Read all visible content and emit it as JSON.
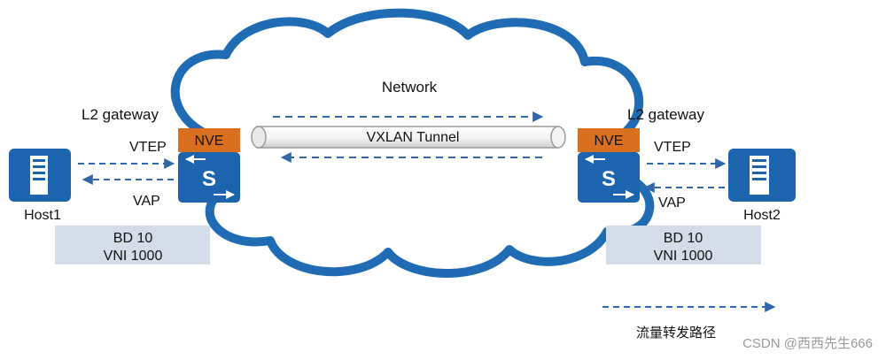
{
  "cloud_label": "Network",
  "tunnel_label": "VXLAN Tunnel",
  "left": {
    "gateway_label": "L2 gateway",
    "nve_label": "NVE",
    "vtep_label": "VTEP",
    "vap_label": "VAP",
    "switch_glyph": "S",
    "host_label": "Host1",
    "bd_label": "BD 10",
    "vni_label": "VNI 1000"
  },
  "right": {
    "gateway_label": "L2 gateway",
    "nve_label": "NVE",
    "vtep_label": "VTEP",
    "vap_label": "VAP",
    "switch_glyph": "S",
    "host_label": "Host2",
    "bd_label": "BD 10",
    "vni_label": "VNI 1000"
  },
  "legend": {
    "label": "流量转发路径"
  },
  "watermark": "CSDN @西西先生666",
  "colors": {
    "cloud_stroke": "#1f6cb5",
    "device_blue": "#1c64ae",
    "nve_orange": "#d9701f",
    "bd_box": "#d3dce8",
    "arrow_blue": "#2f67a8"
  },
  "icons": [
    "server-icon",
    "switch-icon"
  ]
}
